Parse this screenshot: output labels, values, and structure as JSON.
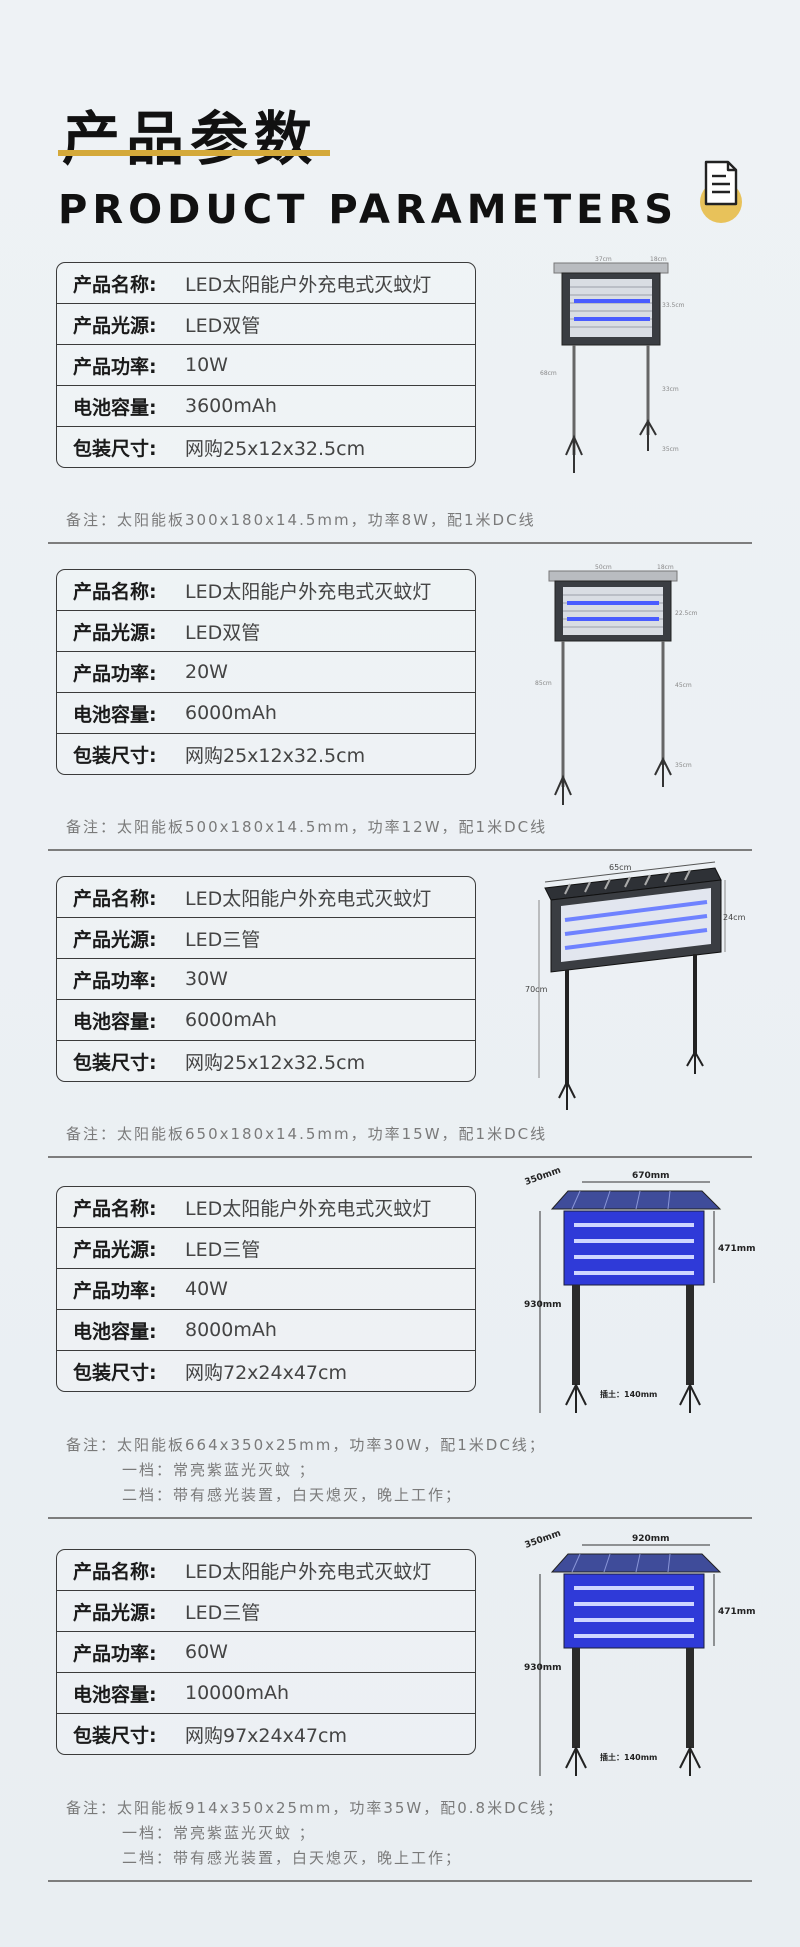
{
  "header": {
    "title_cn": "产品参数",
    "title_en": "PRODUCT PARAMETERS",
    "icon": "document-icon",
    "accent": "#d4a93a"
  },
  "labels": {
    "name": "产品名称:",
    "source": "产品光源:",
    "power": "产品功率:",
    "battery": "电池容量:",
    "package": "包装尺寸:"
  },
  "products": [
    {
      "name": "LED太阳能户外充电式灭蚊灯",
      "source": "LED双管",
      "power": "10W",
      "battery": "3600mAh",
      "package": "网购25x12x32.5cm",
      "note": "备注：太阳能板300x180x14.5mm，功率8W，配1米DC线",
      "dims": [
        "37cm",
        "18cm",
        "33.5cm",
        "68cm",
        "33cm",
        "35cm"
      ]
    },
    {
      "name": "LED太阳能户外充电式灭蚊灯",
      "source": "LED双管",
      "power": "20W",
      "battery": "6000mAh",
      "package": "网购25x12x32.5cm",
      "note": "备注：太阳能板500x180x14.5mm，功率12W，配1米DC线",
      "dims": [
        "50cm",
        "18cm",
        "22.5cm",
        "85cm",
        "45cm",
        "35cm"
      ]
    },
    {
      "name": "LED太阳能户外充电式灭蚊灯",
      "source": "LED三管",
      "power": "30W",
      "battery": "6000mAh",
      "package": "网购25x12x32.5cm",
      "note": "备注：太阳能板650x180x14.5mm，功率15W，配1米DC线",
      "dims": [
        "65cm",
        "24cm",
        "70cm"
      ]
    },
    {
      "name": "LED太阳能户外充电式灭蚊灯",
      "source": "LED三管",
      "power": "40W",
      "battery": "8000mAh",
      "package": "网购72x24x47cm",
      "note_lines": [
        "备注：太阳能板664x350x25mm，功率30W，配1米DC线；",
        "一档：常亮紫蓝光灭蚊 ；",
        "二档：带有感光装置，白天熄灭，晚上工作；"
      ],
      "dims": [
        "350mm",
        "670mm",
        "471mm",
        "930mm",
        "插土：140mm"
      ]
    },
    {
      "name": "LED太阳能户外充电式灭蚊灯",
      "source": "LED三管",
      "power": "60W",
      "battery": "10000mAh",
      "package": "网购97x24x47cm",
      "note_lines": [
        "备注：太阳能板914x350x25mm，功率35W，配0.8米DC线；",
        "一档：常亮紫蓝光灭蚊 ；",
        "二档：带有感光装置，白天熄灭，晚上工作；"
      ],
      "dims": [
        "350mm",
        "920mm",
        "471mm",
        "930mm",
        "插土：140mm"
      ]
    }
  ]
}
